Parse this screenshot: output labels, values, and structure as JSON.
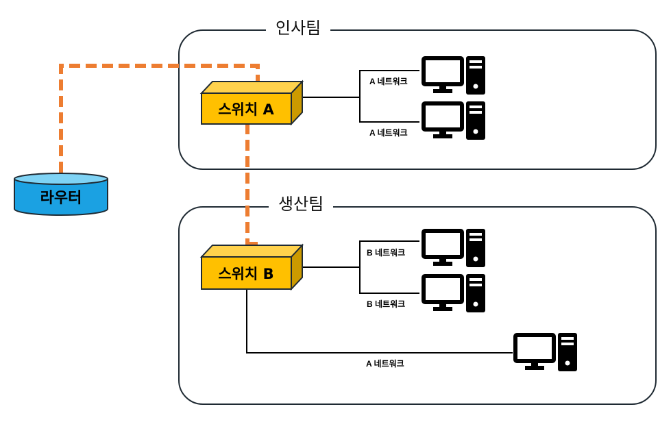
{
  "teams": {
    "hr": "인사팀",
    "production": "생산팀"
  },
  "devices": {
    "router": "라우터",
    "switch_a": "스위치 A",
    "switch_b": "스위치 B"
  },
  "networks": {
    "hr_pc1": "A 네트워크",
    "hr_pc2": "A 네트워크",
    "prod_pc1": "B 네트워크",
    "prod_pc2": "B 네트워크",
    "prod_pc3": "A 네트워크"
  },
  "colors": {
    "trunk_link": "#ed7d31",
    "switch_fill": "#ffc000",
    "router_fill": "#1ba1e2",
    "pc": "#000000"
  },
  "icons": [
    "computer-icon"
  ]
}
